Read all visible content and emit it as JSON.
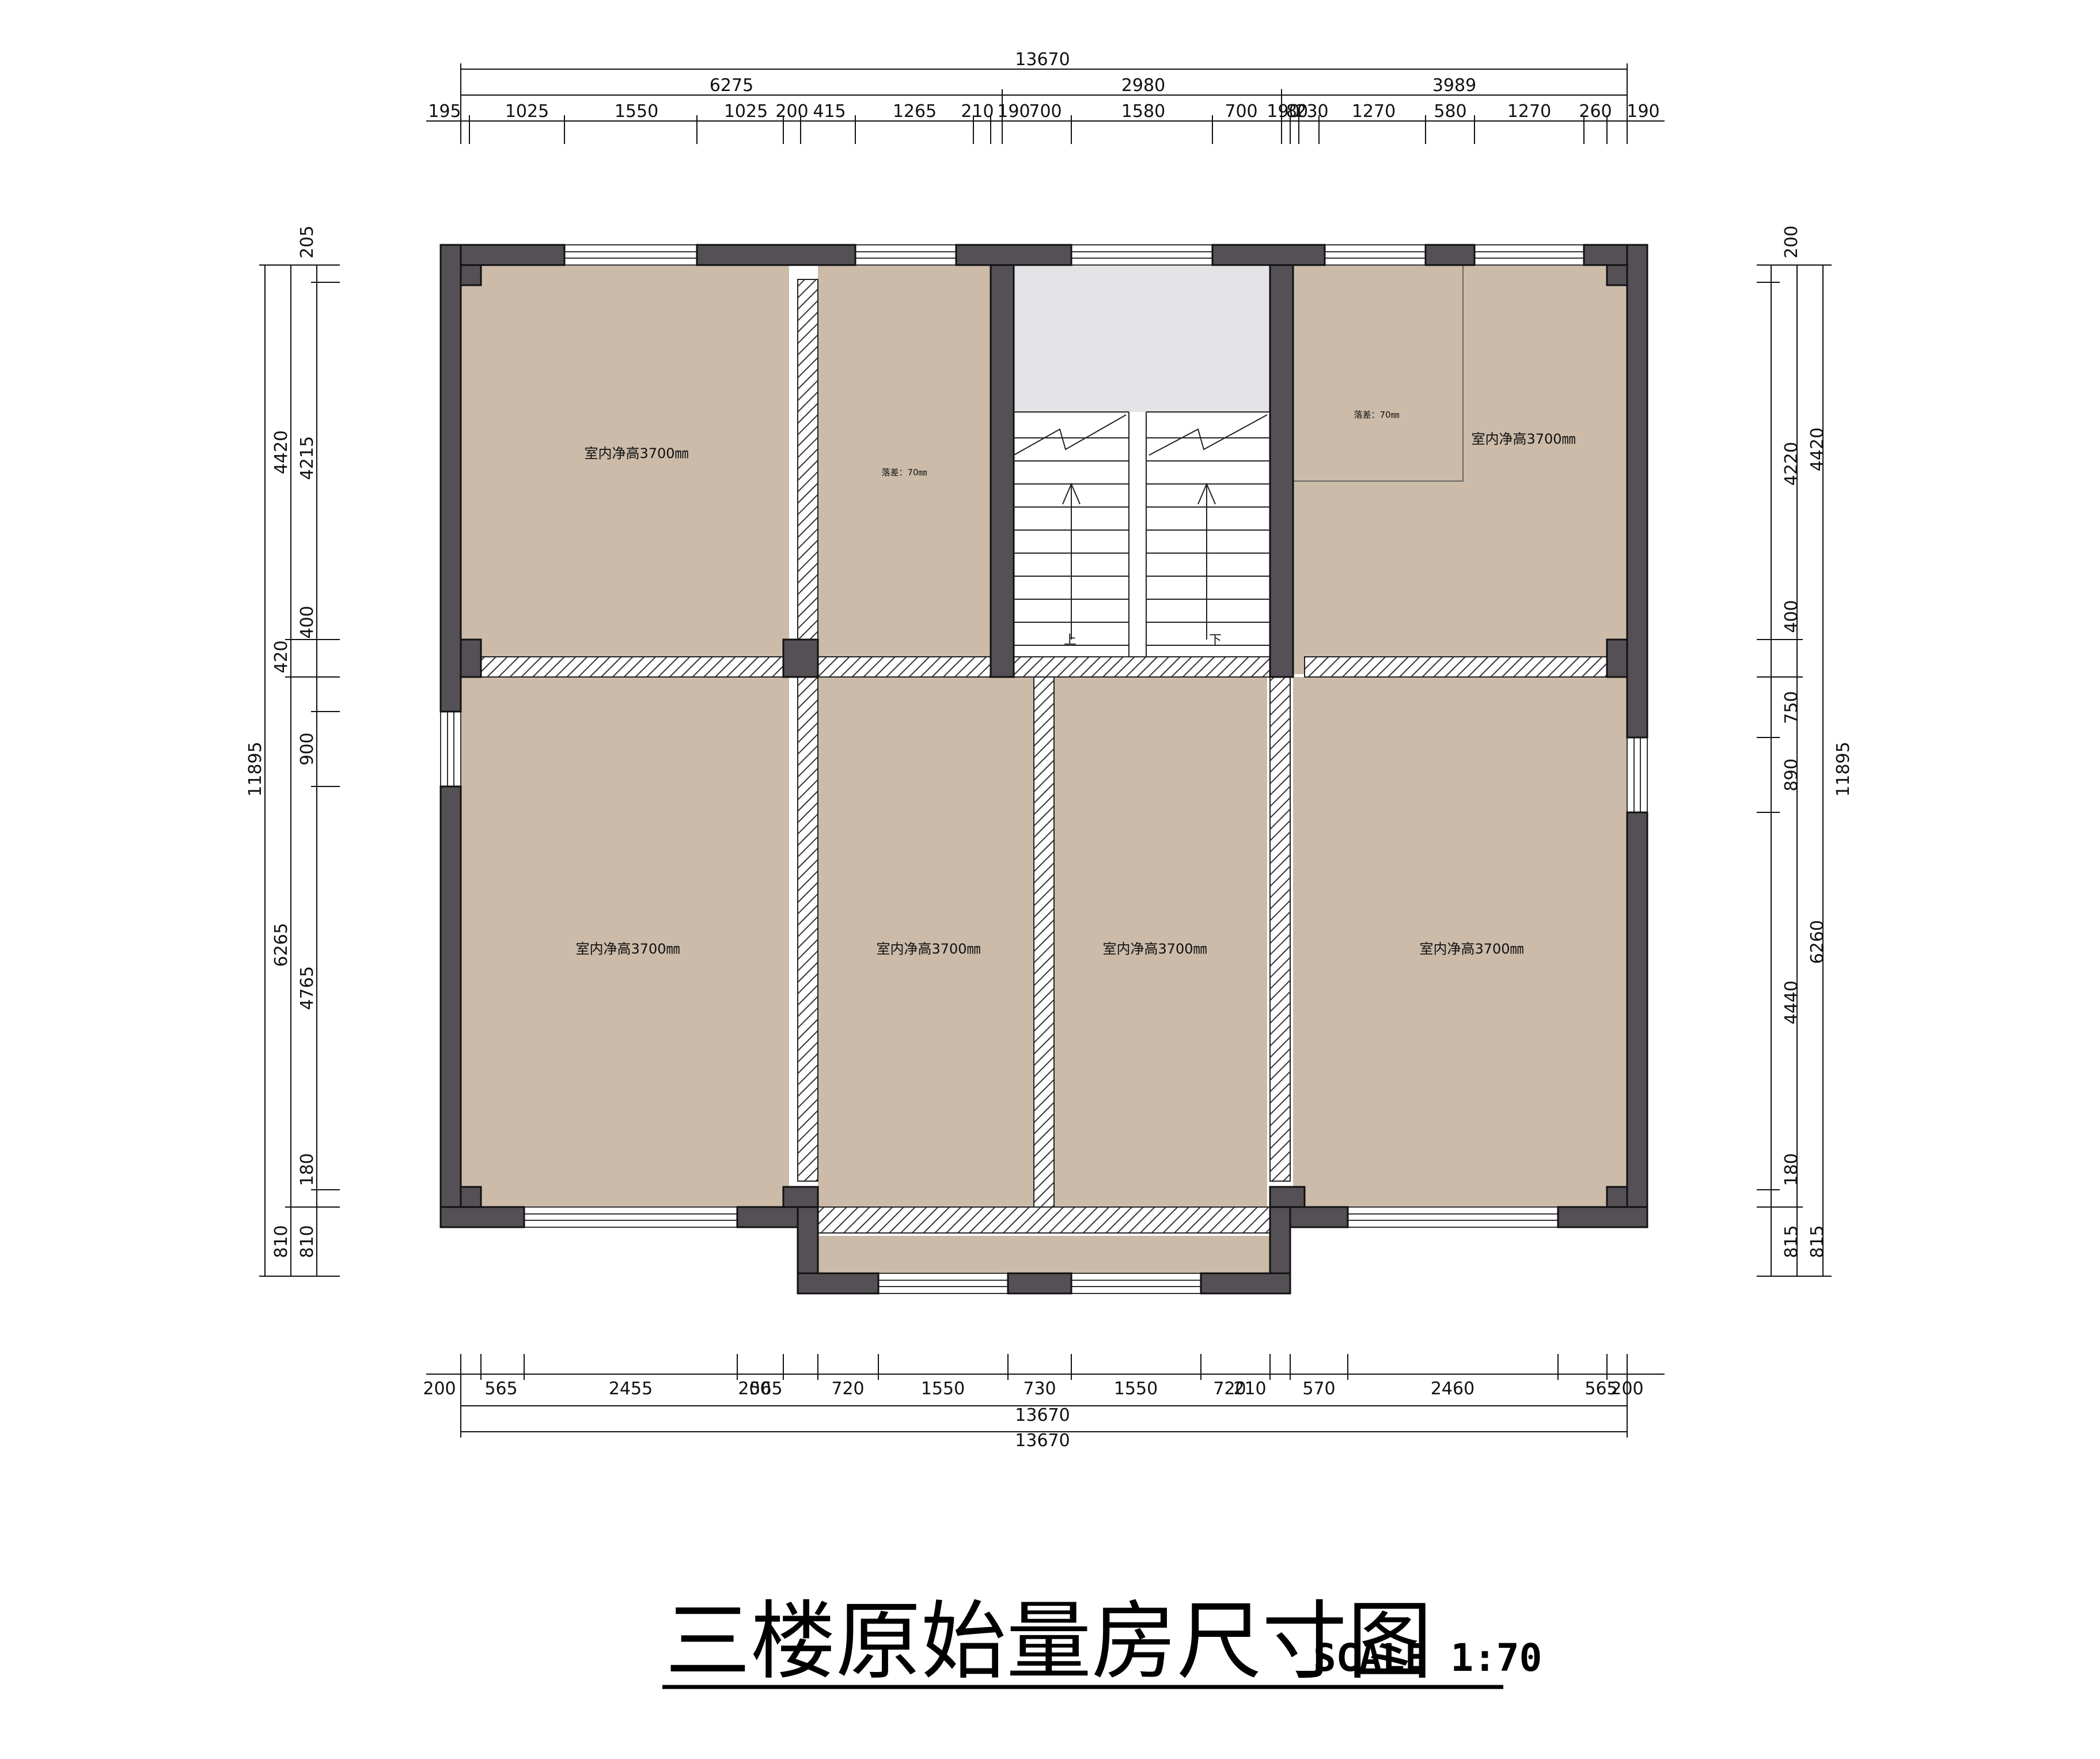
{
  "title": {
    "main": "三楼原始量房尺寸图",
    "scale": "SCALE 1:70"
  },
  "colors": {
    "room_fill": "#CBBBA8",
    "wall_fill": "#555055",
    "stair_top_fill": "#E4E4E6"
  },
  "rooms": [
    {
      "label": "室内净高3700㎜"
    },
    {
      "label": "落差：70㎜"
    },
    {
      "label": "落差：70㎜"
    },
    {
      "label": "室内净高3700㎜"
    },
    {
      "label": "室内净高3700㎜"
    },
    {
      "label": "室内净高3700㎜"
    },
    {
      "label": "室内净高3700㎜"
    },
    {
      "label": "室内净高3700㎜"
    }
  ],
  "stair": {
    "up_label": "上",
    "down_label": "下"
  },
  "top_dims": {
    "total": "13670",
    "row2": [
      "6275",
      "2980",
      "3989"
    ],
    "row3": [
      "195",
      "1025",
      "1550",
      "1025",
      "200",
      "415",
      "1265",
      "210",
      "190",
      "700",
      "1580",
      "700",
      "190",
      "80",
      "230",
      "1270",
      "580",
      "1270",
      "260",
      "190"
    ]
  },
  "bottom_dims": {
    "row1": [
      "200",
      "565",
      "2455",
      "200",
      "565",
      "720",
      "1550",
      "730",
      "1550",
      "720",
      "210",
      "570",
      "2460",
      "565",
      "200"
    ],
    "total1": "13670",
    "total2": "13670"
  },
  "left_dims": {
    "total": "11895",
    "outer": [
      "4420",
      "420",
      "6265",
      "810"
    ],
    "inner": [
      "205",
      "4215",
      "400",
      "900",
      "4765",
      "180",
      "810"
    ]
  },
  "right_dims": {
    "total": "11895",
    "outer": [
      "4420",
      "6260",
      "815"
    ],
    "inner": [
      "200",
      "4220",
      "400",
      "750",
      "890",
      "4440",
      "180",
      "815"
    ]
  }
}
